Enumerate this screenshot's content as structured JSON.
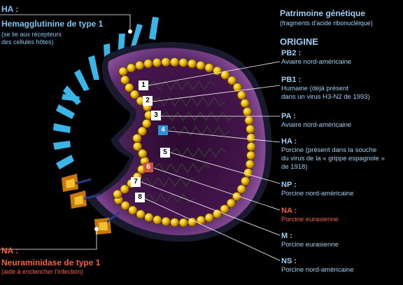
{
  "ha_label": {
    "title": "HA :",
    "name": "Hemagglutinine de type 1",
    "desc_line1": "(se lie aux récepteurs",
    "desc_line2": "des cellules hôtes)"
  },
  "na_label": {
    "title": "NA :",
    "name": "Neuraminidase de type 1",
    "desc": "(aide à enclencher l'infection)"
  },
  "genetic": {
    "title": "Patrimoine génétique",
    "subtitle": "(fragments d'acide ribonucléique)",
    "origin_heading": "ORIGINE"
  },
  "segments": [
    {
      "num": "1",
      "name": "PB2 :",
      "lines": [
        "Aviaire nord-américaine"
      ],
      "color": "blue",
      "box": "white"
    },
    {
      "num": "2",
      "name": "PB1 :",
      "lines": [
        "Humaine (déjà présent",
        "dans un virus H3-N2 de 1993)"
      ],
      "color": "blue",
      "box": "white"
    },
    {
      "num": "3",
      "name": "PA :",
      "lines": [
        "Aviaire nord-américaine"
      ],
      "color": "blue",
      "box": "white"
    },
    {
      "num": "4",
      "name": "HA :",
      "lines": [
        "Porcine (présent dans la souche",
        "du virus de la « grippe espagnole »",
        "de 1918)"
      ],
      "color": "blue",
      "box": "blue"
    },
    {
      "num": "5",
      "name": "NP :",
      "lines": [
        "Porcine nord-américaine"
      ],
      "color": "blue",
      "box": "white"
    },
    {
      "num": "6",
      "name": "NA :",
      "lines": [
        "Porcine eurasienne"
      ],
      "color": "red",
      "box": "red"
    },
    {
      "num": "7",
      "name": "M :",
      "lines": [
        "Porcine eurasienne"
      ],
      "color": "blue",
      "box": "white"
    },
    {
      "num": "8",
      "name": "NS :",
      "lines": [
        "Porcine nord-américaine"
      ],
      "color": "blue",
      "box": "white"
    }
  ],
  "colors": {
    "background": "#000000",
    "envelope": "#7a3f86",
    "capsomere": "#e8b400",
    "spike_ha": "#3ab5e8",
    "spike_na": "#f2a51c",
    "text_blue": "#9ecff3",
    "text_red": "#f0613c"
  }
}
